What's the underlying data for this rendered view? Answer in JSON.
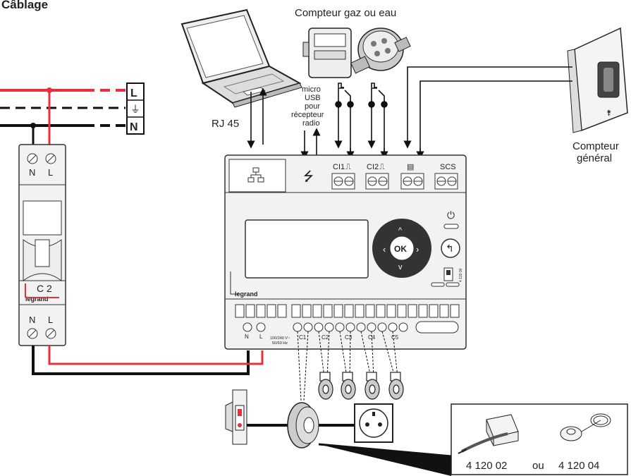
{
  "title": "Câblage",
  "gas_water_meter_label": "Compteur gaz ou eau",
  "rj45_label": "RJ 45",
  "usb_label": [
    "micro",
    "USB",
    "pour",
    "récepteur",
    "radio"
  ],
  "general_meter_label": [
    "Compteur",
    "général"
  ],
  "line_labels": {
    "phase": "L",
    "neutral": "N",
    "earth": "⏚"
  },
  "breaker": {
    "top_terminals": [
      "N",
      "L"
    ],
    "rating": "C 2",
    "brand": "legrand",
    "bottom_terminals": [
      "N",
      "L"
    ]
  },
  "module": {
    "port_labels": [
      "CI1",
      "CI2",
      "SCS"
    ],
    "ok_label": "OK",
    "brand": "legrand",
    "power_terminals": [
      "N",
      "L"
    ],
    "power_spec": [
      "100/240 V~",
      "50/60 Hz"
    ],
    "ct_labels": [
      "C1",
      "C2",
      "C3",
      "C4",
      "C5"
    ],
    "side_ref": "4 120 00"
  },
  "sensor_refs": {
    "ref_a": "4 120 02",
    "separator": "ou",
    "ref_b": "4 120 04"
  },
  "colors": {
    "phase": "#e8303a",
    "wire": "#111111",
    "device_fill": "#f2f2f2",
    "outline": "#333333"
  }
}
